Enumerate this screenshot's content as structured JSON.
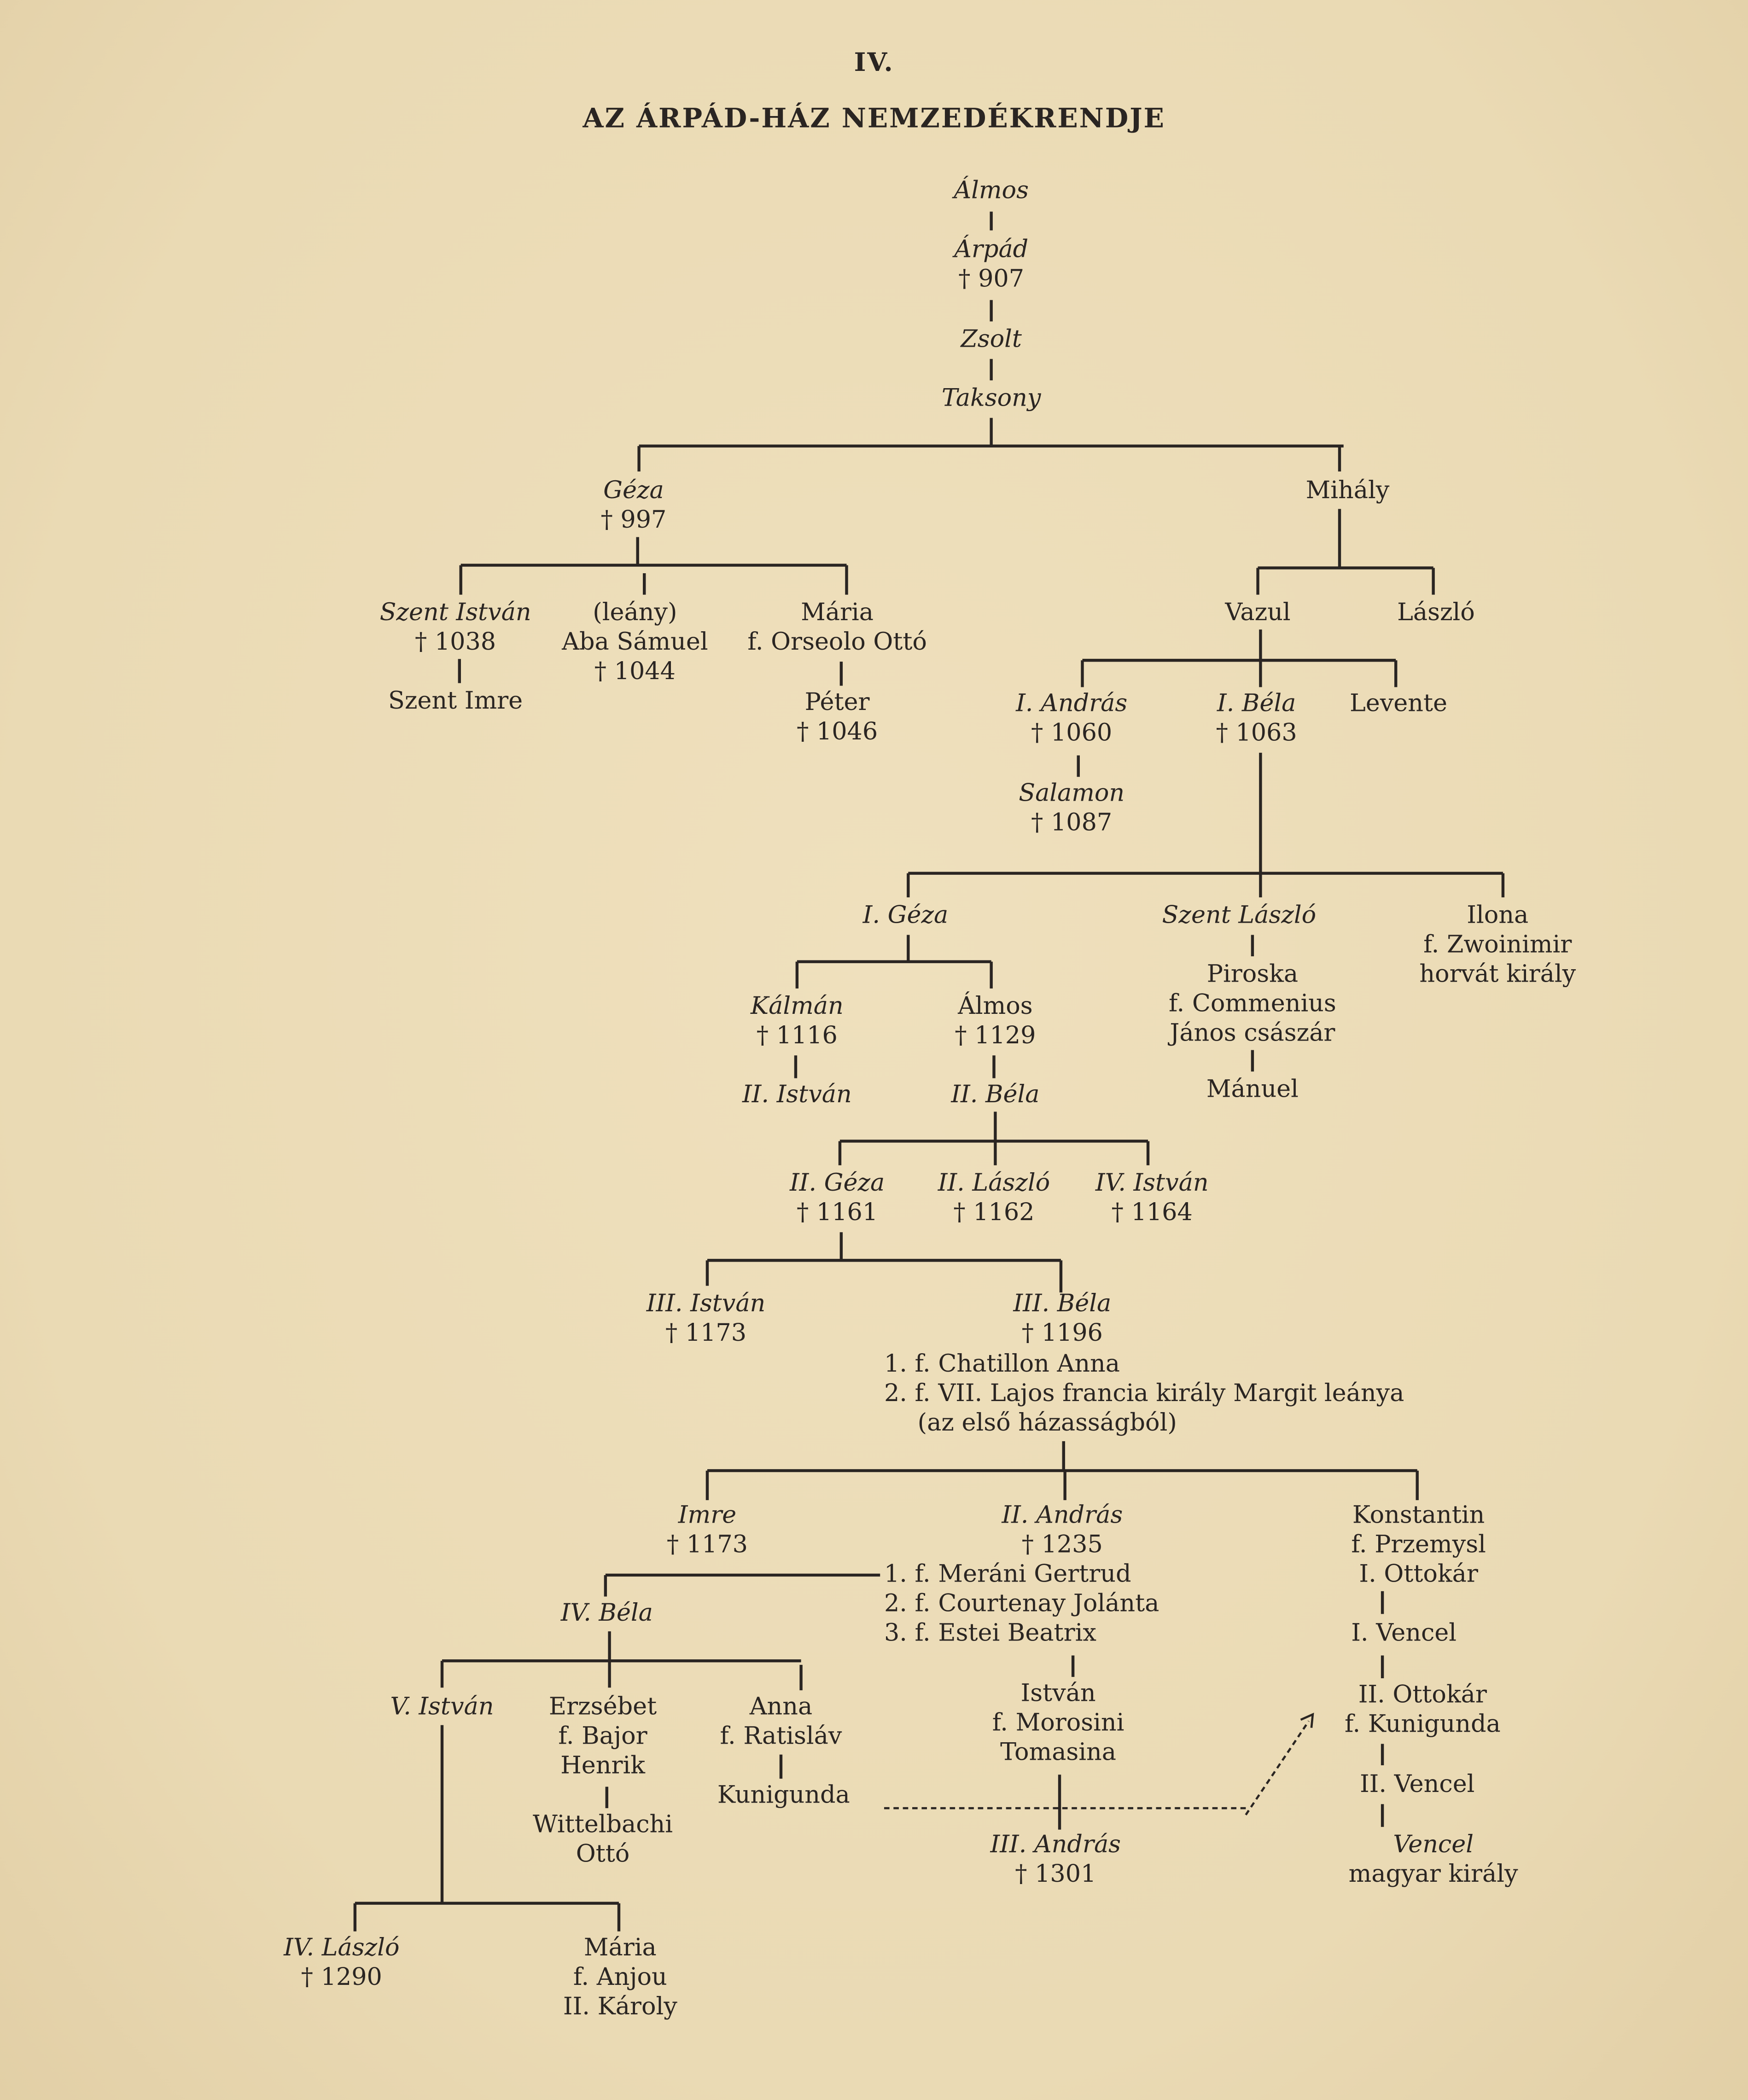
{
  "header": {
    "number": "IV.",
    "title": "AZ ÁRPÁD-HÁZ NEMZEDÉKRENDJE"
  },
  "nodes": {
    "almos": {
      "lines": [
        "Álmos"
      ]
    },
    "arpad": {
      "lines": [
        "Árpád",
        "† 907"
      ]
    },
    "zsolt": {
      "lines": [
        "Zsolt"
      ]
    },
    "taksony": {
      "lines": [
        "Taksony"
      ]
    },
    "geza": {
      "lines": [
        "Géza",
        "† 997"
      ]
    },
    "mihaly": {
      "lines": [
        "Mihály"
      ]
    },
    "szent_istvan": {
      "lines": [
        "Szent István",
        "† 1038"
      ]
    },
    "szent_imre": {
      "lines": [
        "Szent Imre"
      ]
    },
    "aba": {
      "lines": [
        "(leány)",
        "Aba Sámuel",
        "† 1044"
      ]
    },
    "maria1": {
      "lines": [
        "Mária",
        "f. Orseolo Ottó"
      ]
    },
    "peter": {
      "lines": [
        "Péter",
        "† 1046"
      ]
    },
    "vazul": {
      "lines": [
        "Vazul"
      ]
    },
    "laszlo1": {
      "lines": [
        "László"
      ]
    },
    "andras1": {
      "lines": [
        "I. András",
        "† 1060"
      ]
    },
    "bela1": {
      "lines": [
        "I. Béla",
        "† 1063"
      ]
    },
    "levente": {
      "lines": [
        "Levente"
      ]
    },
    "salamon": {
      "lines": [
        "Salamon",
        "† 1087"
      ]
    },
    "geza1": {
      "lines": [
        "I. Géza"
      ]
    },
    "szent_laszlo": {
      "lines": [
        "Szent László"
      ]
    },
    "ilona": {
      "lines": [
        "Ilona",
        "f. Zwoinimir",
        "horvát király"
      ]
    },
    "piroska": {
      "lines": [
        "Piroska",
        "f. Commenius",
        "János császár"
      ]
    },
    "manuel": {
      "lines": [
        "Mánuel"
      ]
    },
    "kalman": {
      "lines": [
        "Kálmán",
        "† 1116"
      ]
    },
    "almos2": {
      "lines": [
        "Álmos",
        "† 1129"
      ]
    },
    "istvan2": {
      "lines": [
        "II. István"
      ]
    },
    "bela2": {
      "lines": [
        "II. Béla"
      ]
    },
    "geza2": {
      "lines": [
        "II. Géza",
        "† 1161"
      ]
    },
    "laszlo2": {
      "lines": [
        "II. László",
        "† 1162"
      ]
    },
    "istvan4": {
      "lines": [
        "IV. István",
        "† 1164"
      ]
    },
    "istvan3": {
      "lines": [
        "III. István",
        "† 1173"
      ]
    },
    "bela3": {
      "lines": [
        "III. Béla",
        "† 1196"
      ]
    },
    "imre": {
      "lines": [
        "Imre",
        "† 1173"
      ]
    },
    "andras2": {
      "lines": [
        "II. András",
        "† 1235"
      ]
    },
    "konstantin": {
      "lines": [
        "Konstantin",
        "f. Przemysl",
        "I. Ottokár"
      ]
    },
    "vencel1": {
      "lines": [
        "I. Vencel"
      ]
    },
    "ottokar2": {
      "lines": [
        "II. Ottokár",
        "f. Kunigunda"
      ]
    },
    "vencel2": {
      "lines": [
        "II. Vencel"
      ]
    },
    "vencel3": {
      "lines": [
        "Vencel",
        "magyar király"
      ]
    },
    "bela4": {
      "lines": [
        "IV. Béla"
      ]
    },
    "istvan5": {
      "lines": [
        "V. István"
      ]
    },
    "erzsebet": {
      "lines": [
        "Erzsébet",
        "f. Bajor",
        "Henrik"
      ]
    },
    "wittelbachi": {
      "lines": [
        "Wittelbachi",
        "Ottó"
      ]
    },
    "anna": {
      "lines": [
        "Anna",
        "f. Ratisláv"
      ]
    },
    "kunigunda": {
      "lines": [
        "Kunigunda"
      ]
    },
    "istvan_m": {
      "lines": [
        "István",
        "f.  Morosini",
        "Tomasina"
      ]
    },
    "andras3": {
      "lines": [
        "III. András",
        "† 1301"
      ]
    },
    "laszlo4": {
      "lines": [
        "IV. László",
        "† 1290"
      ]
    },
    "maria2": {
      "lines": [
        "Mária",
        "f. Anjou",
        "II. Károly"
      ]
    }
  },
  "marriages": {
    "bela3": [
      "1. f. Chatillon Anna",
      "2. f.  VII. Lajos francia király Margit leánya",
      "(az első házasságból)"
    ],
    "andras2": [
      "1. f. Meráni Gertrud",
      "2. f. Courtenay Jolánta",
      "3. f. Estei Beatrix"
    ]
  }
}
